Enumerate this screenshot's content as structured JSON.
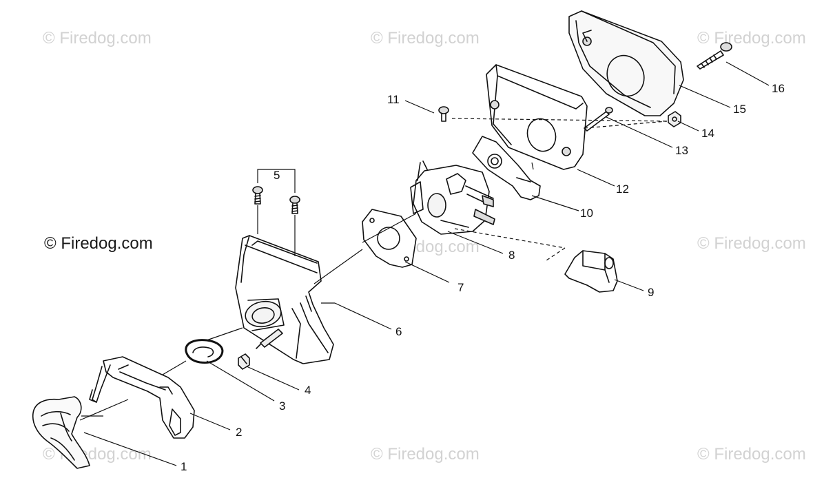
{
  "watermarks": {
    "main": "© Firedog.com",
    "faint": [
      "© Firedog.com",
      "© Firedog.com",
      "© Firedog.com",
      "© Firedog.com",
      "© Firedog.com",
      "© Firedog.com",
      "© Firedog.com",
      "© Firedog.com"
    ]
  },
  "callouts": [
    "1",
    "2",
    "3",
    "4",
    "5",
    "6",
    "7",
    "8",
    "9",
    "10",
    "11",
    "12",
    "13",
    "14",
    "15",
    "16"
  ],
  "colors": {
    "line": "#111111",
    "watermark": "#d2d2d2"
  }
}
